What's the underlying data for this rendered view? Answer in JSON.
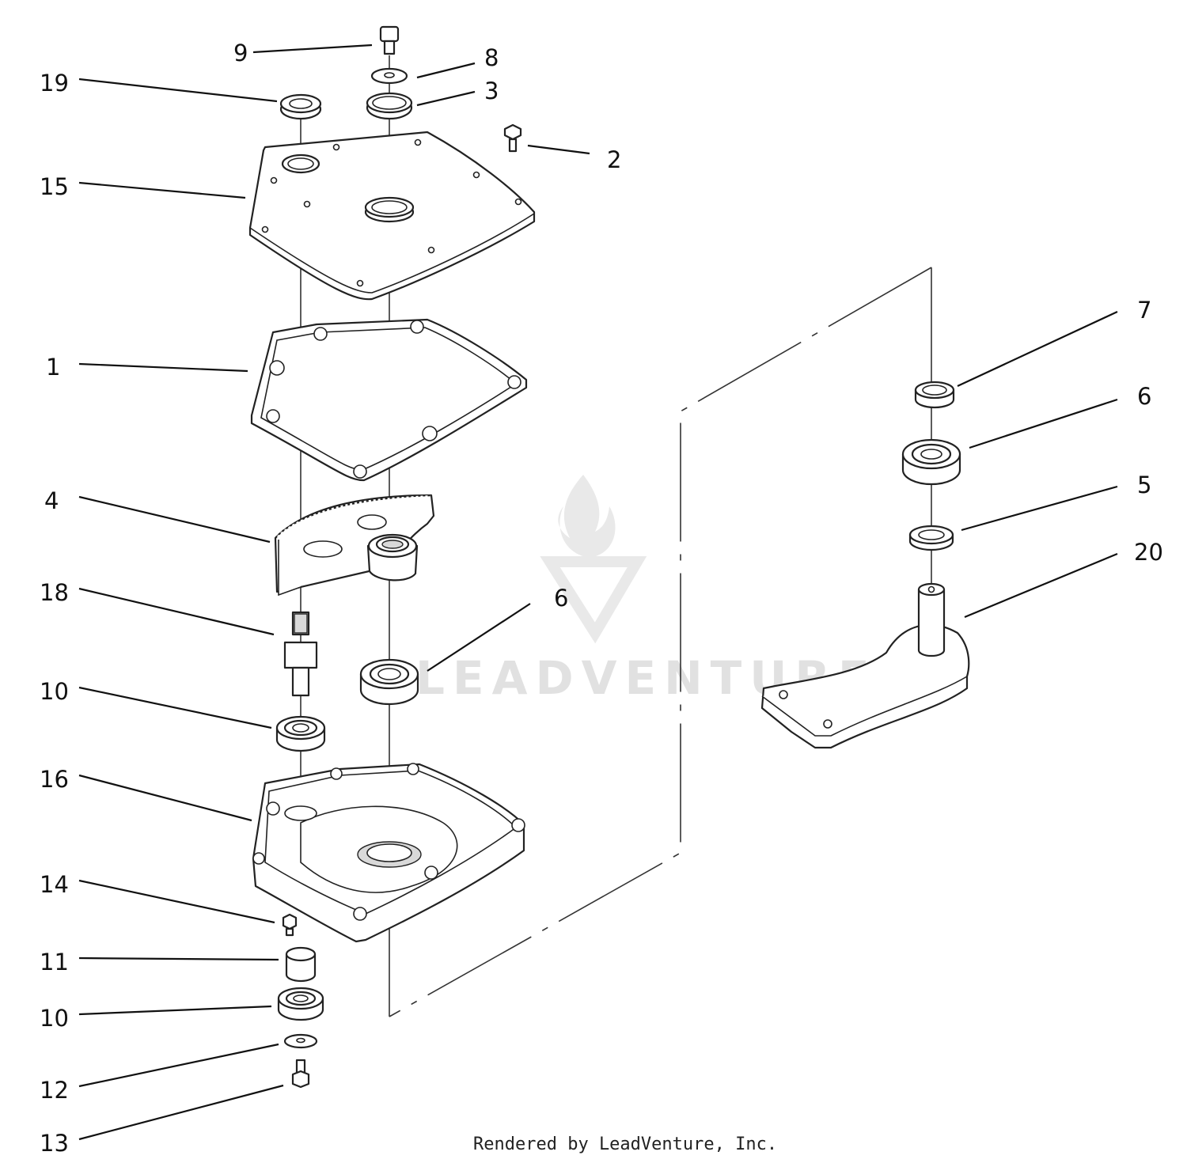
{
  "diagram": {
    "callouts": [
      {
        "id": "c9",
        "label": "9"
      },
      {
        "id": "c8",
        "label": "8"
      },
      {
        "id": "c19",
        "label": "19"
      },
      {
        "id": "c3",
        "label": "3"
      },
      {
        "id": "c2",
        "label": "2"
      },
      {
        "id": "c15",
        "label": "15"
      },
      {
        "id": "c1",
        "label": "1"
      },
      {
        "id": "c4",
        "label": "4"
      },
      {
        "id": "c18",
        "label": "18"
      },
      {
        "id": "c6a",
        "label": "6"
      },
      {
        "id": "c10a",
        "label": "10"
      },
      {
        "id": "c16",
        "label": "16"
      },
      {
        "id": "c14",
        "label": "14"
      },
      {
        "id": "c11",
        "label": "11"
      },
      {
        "id": "c10b",
        "label": "10"
      },
      {
        "id": "c12",
        "label": "12"
      },
      {
        "id": "c13",
        "label": "13"
      },
      {
        "id": "c7",
        "label": "7"
      },
      {
        "id": "c6b",
        "label": "6"
      },
      {
        "id": "c5",
        "label": "5"
      },
      {
        "id": "c20",
        "label": "20"
      }
    ],
    "watermark": "LEADVENTURE",
    "credit": "Rendered by LeadVenture, Inc."
  }
}
